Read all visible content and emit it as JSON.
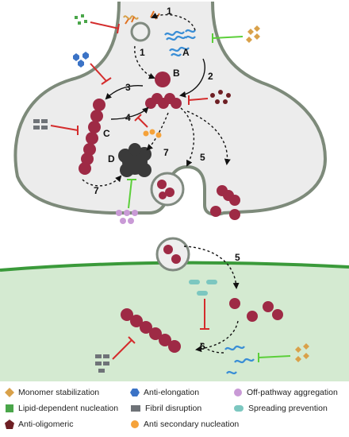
{
  "diagram": {
    "step_labels": {
      "s1a": "1",
      "s1b": "1",
      "s2": "2",
      "s3": "3",
      "s4": "4",
      "s5a": "5",
      "s5b": "5",
      "s6": "6",
      "s7a": "7",
      "s7b": "7"
    },
    "species_labels": {
      "A": "A",
      "B": "B",
      "C": "C",
      "D": "D"
    }
  },
  "legend": {
    "items": [
      {
        "label": "Monomer stabilization",
        "icon": "diamond-icon",
        "color": "#d9a14a"
      },
      {
        "label": "Anti-elongation",
        "icon": "hexagon-icon",
        "color": "#3b73c6"
      },
      {
        "label": "Off-pathway aggregation",
        "icon": "circle-icon",
        "color": "#c99ad6"
      },
      {
        "label": "Lipid-dependent nucleation",
        "icon": "square-icon",
        "color": "#4aa64a"
      },
      {
        "label": "Fibril disruption",
        "icon": "rectangle-icon",
        "color": "#6f7378"
      },
      {
        "label": "Spreading prevention",
        "icon": "rounded-rect-icon",
        "color": "#7cc7c0"
      },
      {
        "label": "Anti-oligomeric",
        "icon": "pentagon-icon",
        "color": "#6e1f24"
      },
      {
        "label": "Anti secondary nucleation",
        "icon": "circle-icon",
        "color": "#f5a23a"
      }
    ]
  }
}
